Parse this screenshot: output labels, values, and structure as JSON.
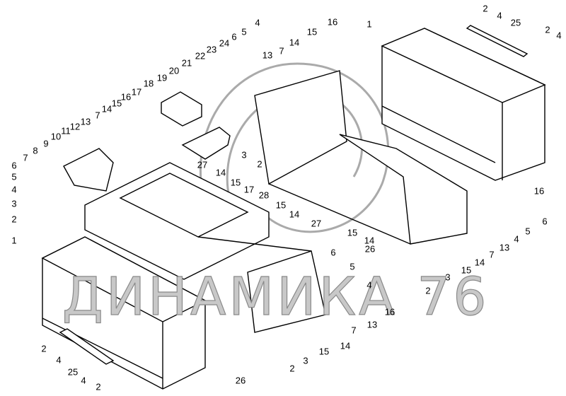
{
  "title": "Battery installation exploded view",
  "watermark": "ДИНАМИКА 76",
  "callouts": [
    "2",
    "4",
    "25",
    "2",
    "4",
    "1",
    "4",
    "5",
    "6",
    "13",
    "7",
    "14",
    "15",
    "16",
    "18",
    "19",
    "20",
    "21",
    "22",
    "23",
    "24",
    "17",
    "16",
    "15",
    "14",
    "7",
    "13",
    "12",
    "11",
    "10",
    "9",
    "8",
    "7",
    "6",
    "5",
    "4",
    "3",
    "2",
    "1",
    "3",
    "2",
    "27",
    "14",
    "15",
    "17",
    "28",
    "15",
    "14",
    "27",
    "15",
    "14",
    "26",
    "16",
    "6",
    "5",
    "4",
    "13",
    "7",
    "14",
    "15",
    "3",
    "2",
    "6",
    "5",
    "4",
    "16",
    "13",
    "7",
    "14",
    "15",
    "3",
    "2",
    "26",
    "2",
    "4",
    "25",
    "4",
    "2"
  ]
}
